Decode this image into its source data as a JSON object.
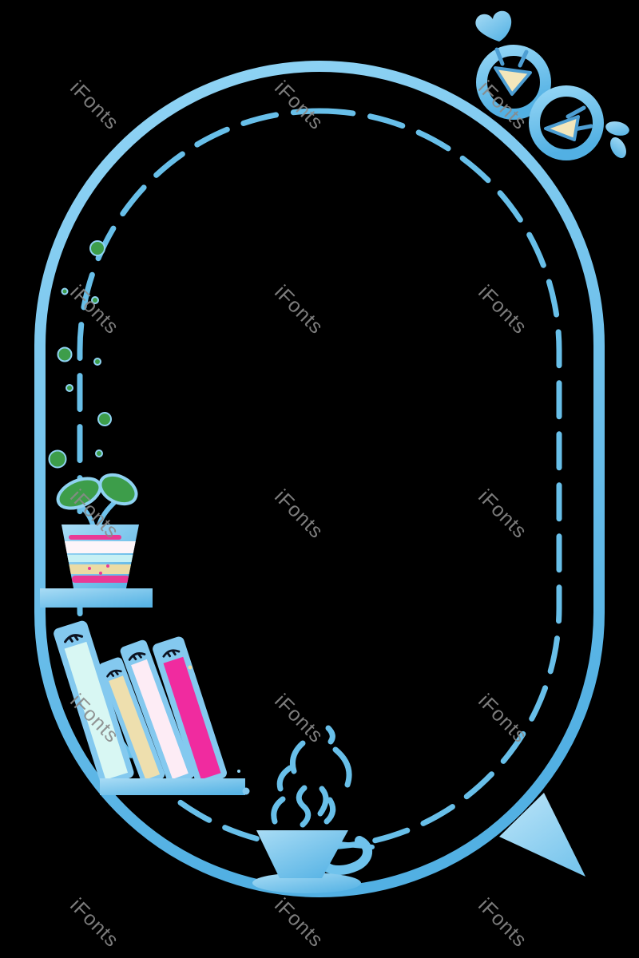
{
  "watermark": {
    "text": "iFonts",
    "color": "#8a8a8a",
    "count": 15
  },
  "scene": {
    "type": "decorative-frame-clipart",
    "background": "#000000",
    "elements": [
      "oval-frame-border",
      "inner-dashed-line",
      "round-glasses",
      "heart-leaf",
      "side-petals",
      "green-bubbles",
      "potted-sprout",
      "wall-shelf",
      "leaning-books",
      "lower-shelf",
      "coffee-cup",
      "saucer",
      "steam",
      "corner-foot-triangle"
    ]
  },
  "palette": {
    "background": "#000000",
    "frame_blue_light": "#93d5f5",
    "frame_blue_dark": "#52b0e3",
    "fill_light": "#a9dcf5",
    "fill_dark": "#58b4e5",
    "tri_light": "#bde5f8",
    "tri_dark": "#7ac6ed",
    "dash_blue": "#68bfe9",
    "outline_blue": "#84c9ef",
    "stem_blue": "#6fc2ec",
    "leaf_green": "#3d9d4a",
    "dot_ring": "#8fd2f1",
    "book_mint": "#d8f7f3",
    "book_cream": "#eedfae",
    "book_pink_pale": "#fdecf5",
    "book_magenta": "#f02b9f",
    "pot_stripe_magenta": "#e93a95",
    "pot_stripe_white": "#fdf5f9",
    "pot_stripe_cyan": "#c6f0f4",
    "pot_stripe_cream": "#ebdba4",
    "eye_cream": "#f3e6bb",
    "eye_outline": "#4d9ed3",
    "face_ink": "#0c1220",
    "watermark_gray": "#8a8a8a"
  }
}
